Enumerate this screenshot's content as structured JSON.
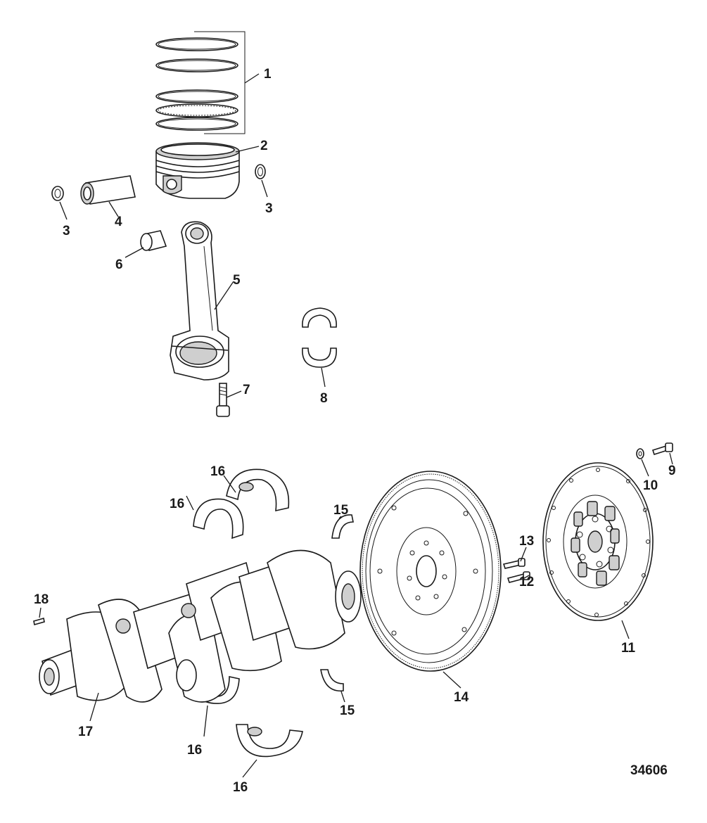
{
  "callouts": [
    {
      "label": "1",
      "part": "piston-ring-set"
    },
    {
      "label": "2",
      "part": "piston"
    },
    {
      "label": "3",
      "part": "piston-pin-retainer-right"
    },
    {
      "label": "3",
      "part": "piston-pin-retainer-left"
    },
    {
      "label": "4",
      "part": "piston-pin"
    },
    {
      "label": "5",
      "part": "connecting-rod"
    },
    {
      "label": "6",
      "part": "rod-bushing"
    },
    {
      "label": "7",
      "part": "rod-bolt"
    },
    {
      "label": "8",
      "part": "rod-bearing"
    },
    {
      "label": "9",
      "part": "damper-screw"
    },
    {
      "label": "10",
      "part": "damper-washer"
    },
    {
      "label": "11",
      "part": "drive-damper"
    },
    {
      "label": "12",
      "part": "flywheel-bolt-lower"
    },
    {
      "label": "13",
      "part": "flywheel-bolt-upper"
    },
    {
      "label": "14",
      "part": "flywheel"
    },
    {
      "label": "15",
      "part": "thrust-washer-upper"
    },
    {
      "label": "15",
      "part": "thrust-washer-lower"
    },
    {
      "label": "16",
      "part": "main-bearing-upper-a"
    },
    {
      "label": "16",
      "part": "main-bearing-upper-b"
    },
    {
      "label": "16",
      "part": "main-bearing-lower-a"
    },
    {
      "label": "16",
      "part": "main-bearing-lower-b"
    },
    {
      "label": "17",
      "part": "crankshaft"
    },
    {
      "label": "18",
      "part": "dowel-pin"
    }
  ],
  "figure_id": "34606"
}
